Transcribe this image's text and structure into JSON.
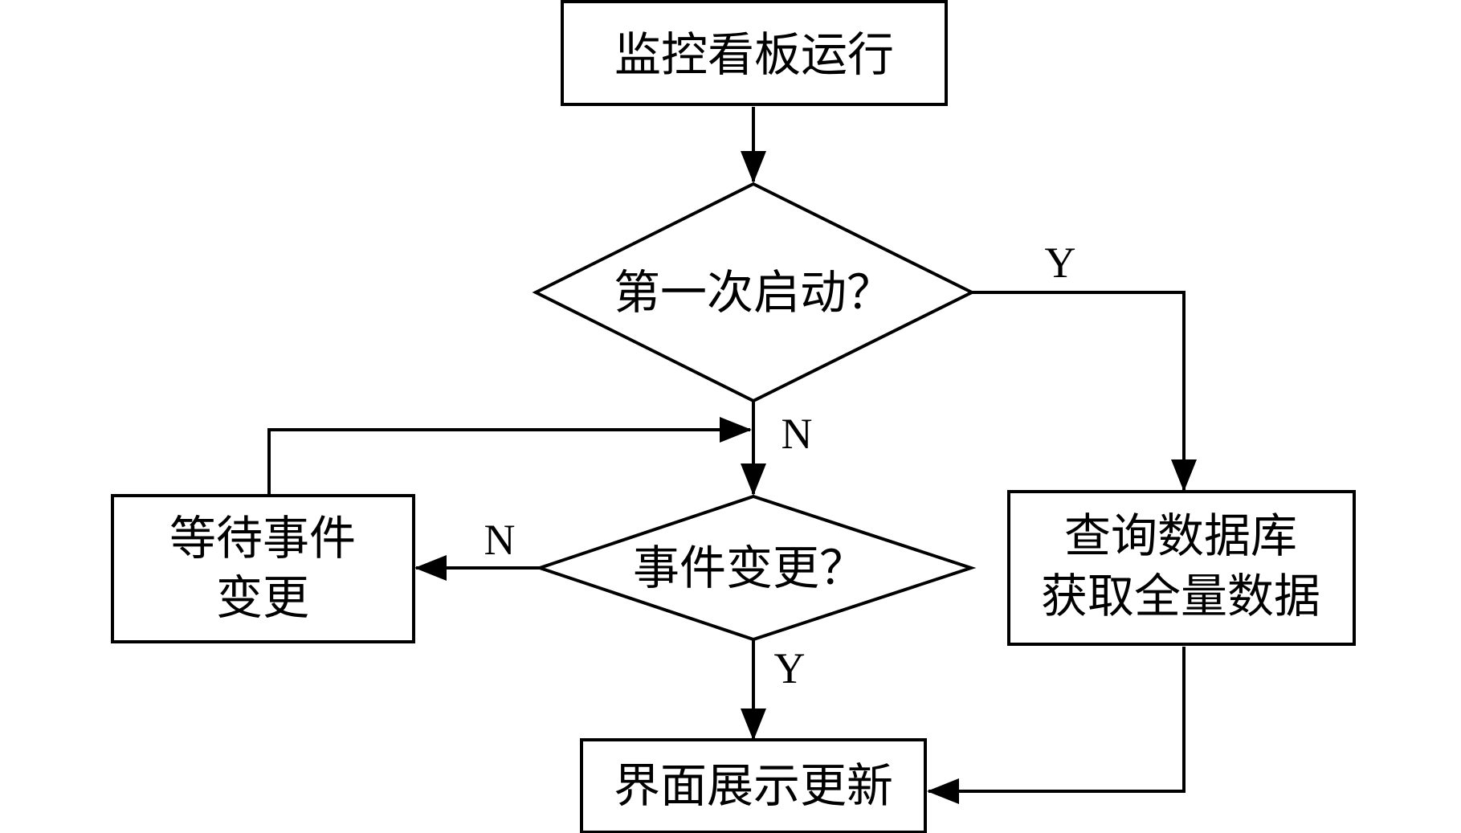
{
  "nodes": {
    "start": {
      "lines": [
        "监控看板运行"
      ]
    },
    "first_launch": {
      "lines": [
        "第一次启动？"
      ]
    },
    "event_change": {
      "lines": [
        "事件变更？"
      ]
    },
    "wait_event": {
      "lines": [
        "等待事件",
        "变更"
      ]
    },
    "query_db": {
      "lines": [
        "查询数据库",
        "获取全量数据"
      ]
    },
    "ui_update": {
      "lines": [
        "界面展示更新"
      ]
    }
  },
  "edge_labels": {
    "first_launch_yes": "Y",
    "first_launch_no": "N",
    "event_change_no": "N",
    "event_change_yes": "Y"
  }
}
